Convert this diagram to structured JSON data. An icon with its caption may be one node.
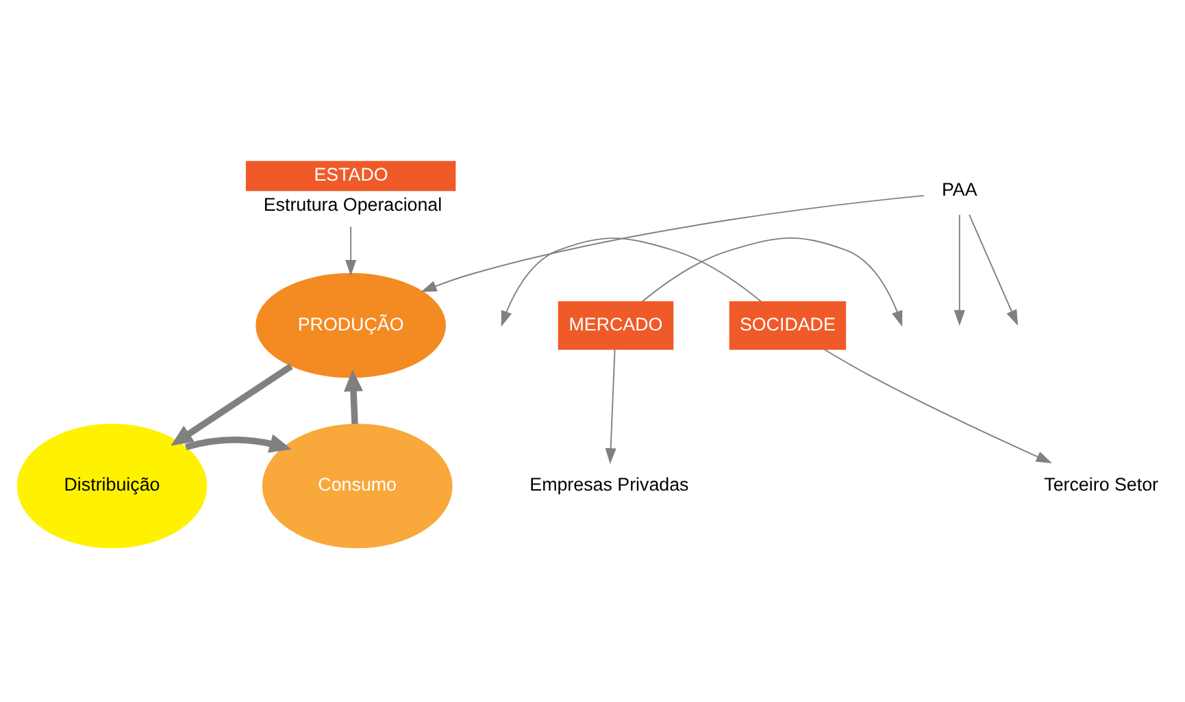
{
  "diagram": {
    "nodes": [
      {
        "text": [
          "ESTADO"
        ],
        "beside": [
          "Estrutura Operacional"
        ]
      },
      {
        "text": [
          "PRODUÇÃO"
        ]
      },
      {
        "text": [
          "MERCADO"
        ]
      },
      {
        "text": [
          "SOCIDADE"
        ]
      },
      {
        "text": [
          "Consumo"
        ]
      },
      {
        "text": [
          "Distribuição"
        ]
      },
      {
        "text": [
          "PAA"
        ]
      },
      {
        "text": [
          "Empresas Privadas"
        ]
      },
      {
        "text": [
          "Terceiro Setor"
        ]
      }
    ],
    "edges": [
      {
        "from": 0,
        "to": 1,
        "arrow": "to"
      },
      {
        "from": 2,
        "to": null,
        "arrow": "to"
      },
      {
        "from": 3,
        "to": null,
        "arrow": "to"
      },
      {
        "from": 4,
        "to": 1,
        "arrow": "to",
        "style": "thick"
      },
      {
        "from": 1,
        "to": 5,
        "arrow": "to",
        "style": "thick"
      },
      {
        "from": 5,
        "to": 4,
        "arrow": "to",
        "style": "thick"
      },
      {
        "from": 6,
        "to": 1,
        "arrow": "to"
      },
      {
        "from": 6,
        "to": null,
        "arrow": "to"
      },
      {
        "from": 6,
        "to": null,
        "arrow": "to"
      },
      {
        "from": 2,
        "to": 7,
        "arrow": "to"
      },
      {
        "from": 3,
        "to": 8,
        "arrow": "to"
      }
    ]
  }
}
